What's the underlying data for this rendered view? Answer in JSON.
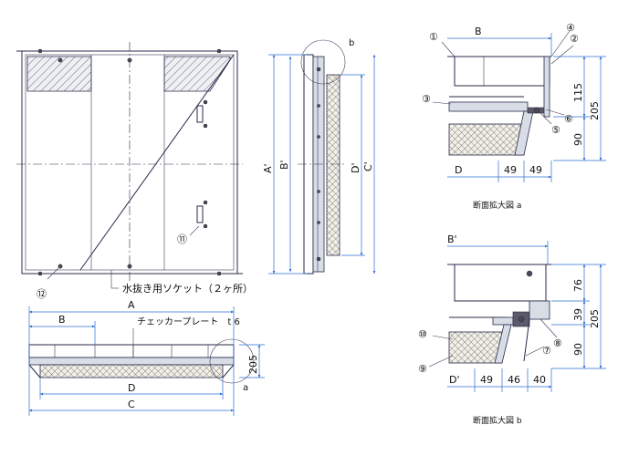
{
  "front_view": {
    "marker_12": "⑫",
    "marker_11": "⑪",
    "socket_note": "水抜き用ソケット（２ヶ所）"
  },
  "side_view": {
    "dim_a_prime": "A'",
    "dim_b_prime": "B'",
    "dim_c_prime": "C'",
    "dim_d_prime": "D'",
    "detail_label": "b"
  },
  "plan_view": {
    "dim_a": "A",
    "dim_b": "B",
    "dim_c": "C",
    "dim_d": "D",
    "plate_note": "チェッカープレート　t 6",
    "height": "205",
    "detail_label": "a"
  },
  "detail_a": {
    "caption": "断面拡大図 a",
    "dim_b": "B",
    "dim_d": "D",
    "h115": "115",
    "h205": "205",
    "h90": "90",
    "w1": "49",
    "w2": "49",
    "markers": [
      "①",
      "②",
      "③",
      "④",
      "⑤",
      "⑥"
    ]
  },
  "detail_b": {
    "caption": "断面拡大図 b",
    "dim_b_prime": "B'",
    "dim_d_prime": "D'",
    "h76": "76",
    "h39": "39",
    "h205": "205",
    "h90": "90",
    "w1": "49",
    "w2": "46",
    "w3": "40",
    "markers": [
      "⑦",
      "⑧",
      "⑨",
      "⑩"
    ]
  }
}
